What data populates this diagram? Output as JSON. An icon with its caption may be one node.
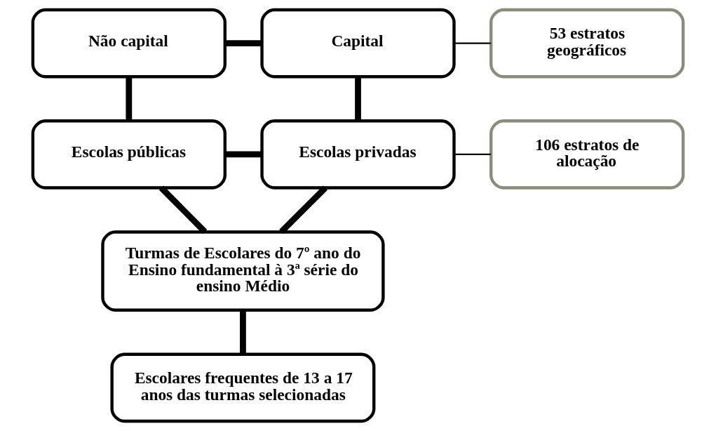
{
  "diagram": {
    "nodes": [
      {
        "text": [
          "Não capital"
        ]
      },
      {
        "text": [
          "Capital"
        ]
      },
      {
        "text": [
          "53 estratos geográficos"
        ]
      },
      {
        "text": [
          "Escolas públicas"
        ]
      },
      {
        "text": [
          "Escolas privadas"
        ]
      },
      {
        "text": [
          "106 estratos de alocação"
        ]
      },
      {
        "text": [
          "Turmas de Escolares do 7º ano do Ensino fundamental à 3ª série do ensino Médio"
        ]
      },
      {
        "text": [
          "Escolares frequentes de 13 a 17 anos das turmas selecionadas"
        ]
      }
    ],
    "edges": [
      {
        "from": 0,
        "to": 1,
        "arrow": "none"
      },
      {
        "from": 1,
        "to": 2,
        "arrow": "none"
      },
      {
        "from": 0,
        "to": 3,
        "arrow": "none"
      },
      {
        "from": 1,
        "to": 4,
        "arrow": "none"
      },
      {
        "from": 3,
        "to": 4,
        "arrow": "none"
      },
      {
        "from": 4,
        "to": 5,
        "arrow": "none"
      },
      {
        "from": 3,
        "to": 6,
        "arrow": "none"
      },
      {
        "from": 4,
        "to": 6,
        "arrow": "none"
      },
      {
        "from": 6,
        "to": 7,
        "arrow": "none"
      }
    ]
  }
}
